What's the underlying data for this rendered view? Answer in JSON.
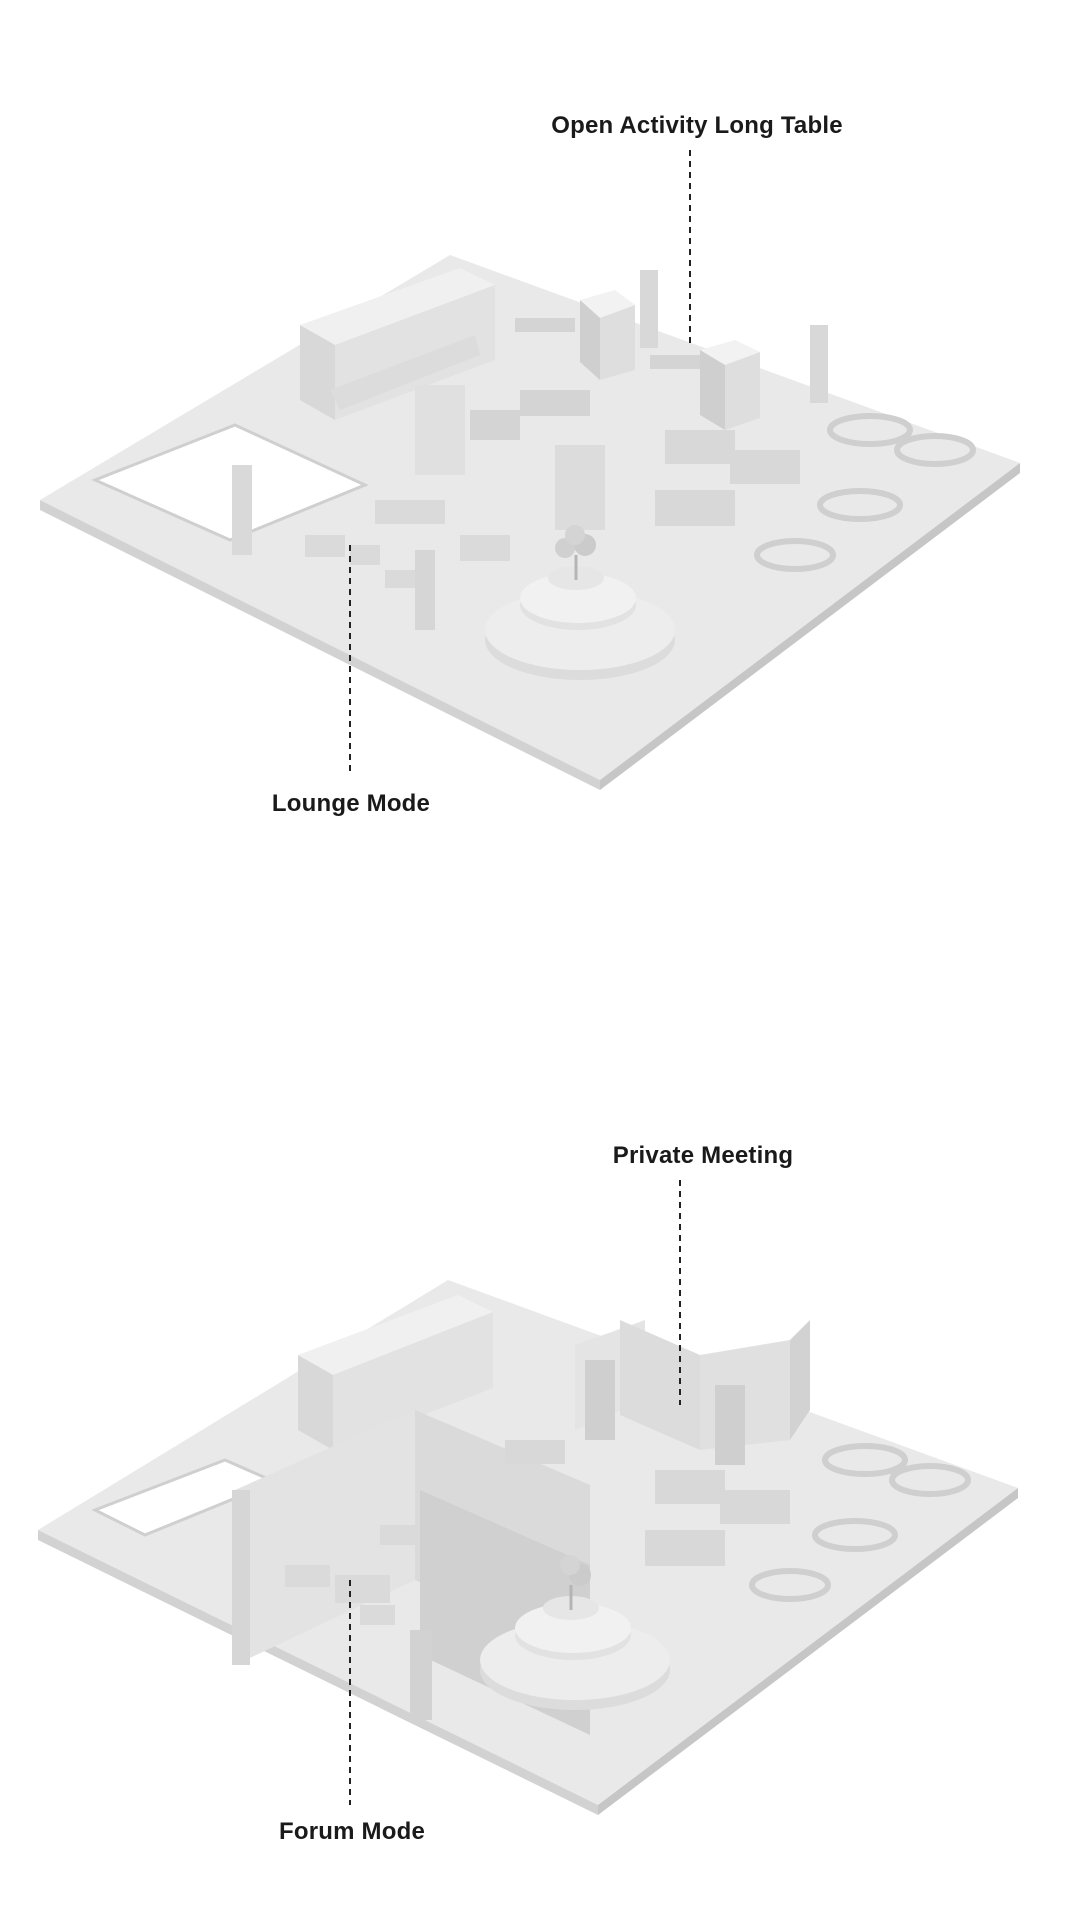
{
  "diagrams": [
    {
      "name": "layout-top",
      "labels": {
        "top": "Open Activity Long Table",
        "bottom": "Lounge Mode"
      }
    },
    {
      "name": "layout-bottom",
      "labels": {
        "top": "Private Meeting",
        "bottom": "Forum Mode"
      }
    }
  ],
  "colors": {
    "background": "#ffffff",
    "model_top_face": "#e9e9e9",
    "model_side_face": "#d6d6d6",
    "model_shadow_face": "#c8c8c8",
    "label_text": "#1a1a1a",
    "leader_line": "#222222"
  }
}
